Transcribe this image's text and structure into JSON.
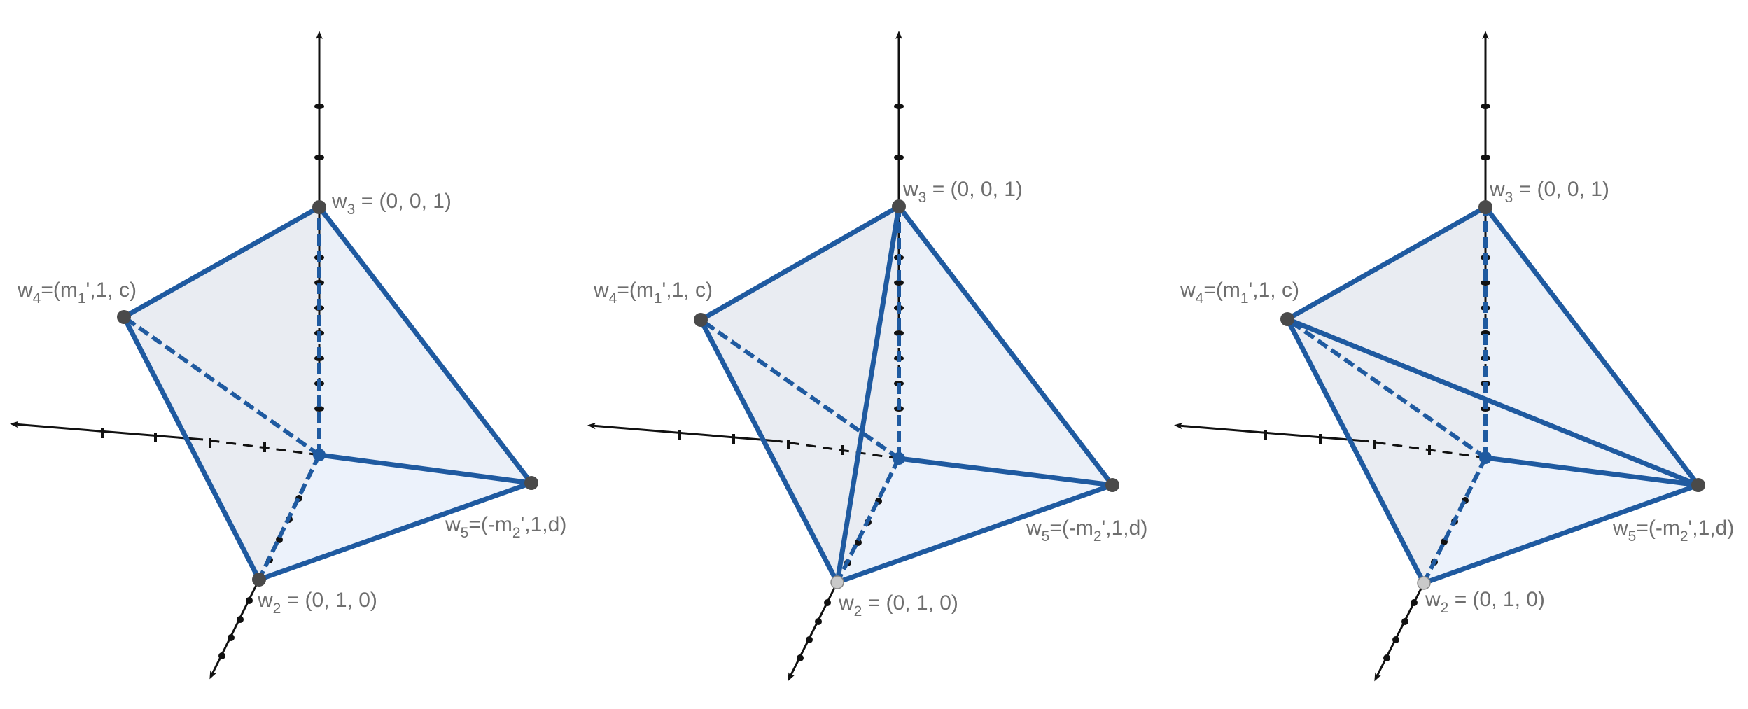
{
  "figure": {
    "panels": [
      {
        "id": "panel-1",
        "labels": {
          "w3": {
            "base": "w",
            "sub": "3",
            "rest": " = (0, 0, 1)"
          },
          "w4": {
            "base": "w",
            "sub": "4",
            "rest": "=(m",
            "sub2": "1",
            "rest2": "',1, c)"
          },
          "w5": {
            "base": "w",
            "sub": "5",
            "rest": "=(-m",
            "sub2": "2",
            "rest2": "',1,d)"
          },
          "w2": {
            "base": "w",
            "sub": "2",
            "rest": " = (0, 1, 0)"
          }
        },
        "extra_edge": "none"
      },
      {
        "id": "panel-2",
        "labels": {
          "w3": {
            "base": "w",
            "sub": "3",
            "rest": " = (0, 0, 1)"
          },
          "w4": {
            "base": "w",
            "sub": "4",
            "rest": "=(m",
            "sub2": "1",
            "rest2": "',1, c)"
          },
          "w5": {
            "base": "w",
            "sub": "5",
            "rest": "=(-m",
            "sub2": "2",
            "rest2": "',1,d)"
          },
          "w2": {
            "base": "w",
            "sub": "2",
            "rest": " = (0, 1, 0)"
          }
        },
        "extra_edge": "w2-w3"
      },
      {
        "id": "panel-3",
        "labels": {
          "w3": {
            "base": "w",
            "sub": "3",
            "rest": " = (0, 0, 1)"
          },
          "w4": {
            "base": "w",
            "sub": "4",
            "rest": "=(m",
            "sub2": "1",
            "rest2": "',1, c)"
          },
          "w5": {
            "base": "w",
            "sub": "5",
            "rest": "=(-m",
            "sub2": "2",
            "rest2": "',1,d)"
          },
          "w2": {
            "base": "w",
            "sub": "2",
            "rest": " = (0, 1, 0)"
          }
        },
        "extra_edge": "w4-w5"
      }
    ],
    "colors": {
      "edge": "#1f5aa0",
      "face": "#e3eaf5",
      "axis": "#111111",
      "label": "#6e6e6e",
      "vertex": "#4a4a4a"
    }
  }
}
